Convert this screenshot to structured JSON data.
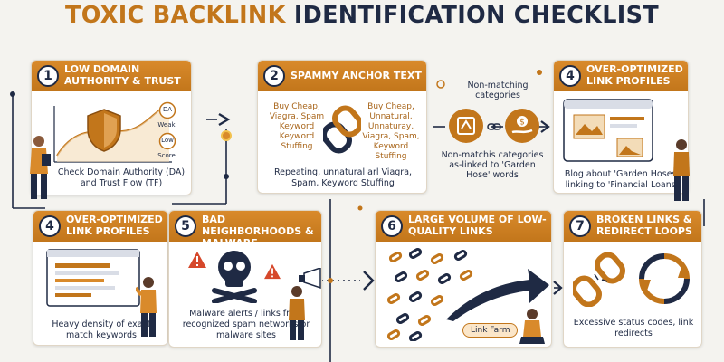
{
  "title": {
    "part1": "TOXIC BACKLINK",
    "part2": "IDENTIFICATION CHECKLIST"
  },
  "cards": [
    {
      "number": "1",
      "title": "LOW DOMAIN AUTHORITY & TRUST",
      "caption": "Check Domain Authority (DA) and Trust Flow (TF)",
      "gauge_da": "DA",
      "gauge_weak": "Weak",
      "gauge_low": "Low",
      "gauge_score": "Score"
    },
    {
      "number": "2",
      "title": "SPAMMY ANCHOR TEXT",
      "left_text": "Buy Cheap, Viagra, Spam Keyword Keyword Stuffing",
      "right_text": "Buy Cheap, Unnatural, Unnaturay, Viagra, Spam, Keyword Stuffing",
      "caption": "Repeating, unnatural arl Viagra, Spam, Keyword Stuffing"
    },
    {
      "top_label": "Non-matching categories",
      "caption": "Non-matchis categories as-linked to 'Garden Hose' words"
    },
    {
      "number": "4",
      "title": "OVER-OPTIMIZED LINK PROFILES",
      "caption": "Blog about 'Garden Hoses' linking to 'Financial Loans'"
    },
    {
      "number": "4",
      "title": "OVER-OPTIMIZED LINK PROFILES",
      "caption": "Heavy density of exact match keywords"
    },
    {
      "number": "5",
      "title": "BAD NEIGHBORHOODS & MALWARE",
      "caption": "Malware alerts / links from recognized spam networks or malware sites"
    },
    {
      "number": "6",
      "title": "LARGE VOLUME OF LOW-QUALITY LINKS",
      "badge": "Link Farm"
    },
    {
      "number": "7",
      "title": "BROKEN LINKS & REDIRECT LOOPS",
      "caption": "Excessive status codes, link redirects"
    }
  ],
  "colors": {
    "accent": "#c2761b",
    "navy": "#1f2a44",
    "background": "#f4f3ef",
    "danger": "#d6482b"
  }
}
